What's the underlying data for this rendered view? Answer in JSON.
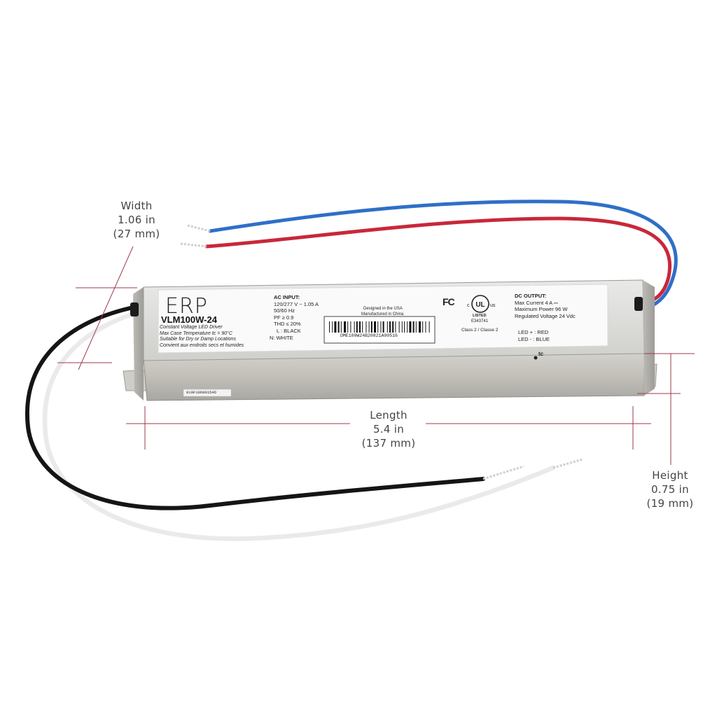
{
  "dimensions": {
    "width": {
      "title": "Width",
      "imperial": "1.06 in",
      "metric": "(27 mm)"
    },
    "length": {
      "title": "Length",
      "imperial": "5.4 in",
      "metric": "(137 mm)"
    },
    "height": {
      "title": "Height",
      "imperial": "0.75 in",
      "metric": "(19 mm)"
    }
  },
  "label": {
    "logo": "ERP",
    "model": "VLM100W-24",
    "description": [
      "Constant Voltage LED Driver",
      "Max Case Temperature tc = 90°C",
      "Suitable for Dry or Damp Locations",
      "Convient aux endroits secs et humides"
    ],
    "ac_input_title": "AC INPUT:",
    "ac_input": [
      "120/277 V ~ 1.05 A",
      "50/60 Hz",
      "PF ≥ 0.9",
      "THD ≤ 20%"
    ],
    "wiring_in": [
      "L : BLACK",
      "N: WHITE"
    ],
    "origin": [
      "Designed in the USA",
      "Manufactured in China"
    ],
    "serial": "DME100W24B20821A00516",
    "fcc": "FC",
    "ul_listed": "LISTED",
    "ul_file": "E343741",
    "class": "Class 2 / Classe 2",
    "dc_output_title": "DC OUTPUT:",
    "dc_output": [
      "Max Current  4 A ⎓",
      "Maximum Power  96 W",
      "Regulated Voltage  24 Vdc"
    ],
    "tc_mark": "tc",
    "wiring_out": [
      "LED + : RED",
      "LED - : BLUE"
    ],
    "bottom_sticker": "010F10600154D"
  },
  "colors": {
    "dimension_line": "#a0394a",
    "wire_red": "#c8283a",
    "wire_blue": "#2f6fc8",
    "wire_black": "#151515",
    "wire_white": "#f4f4f4"
  }
}
